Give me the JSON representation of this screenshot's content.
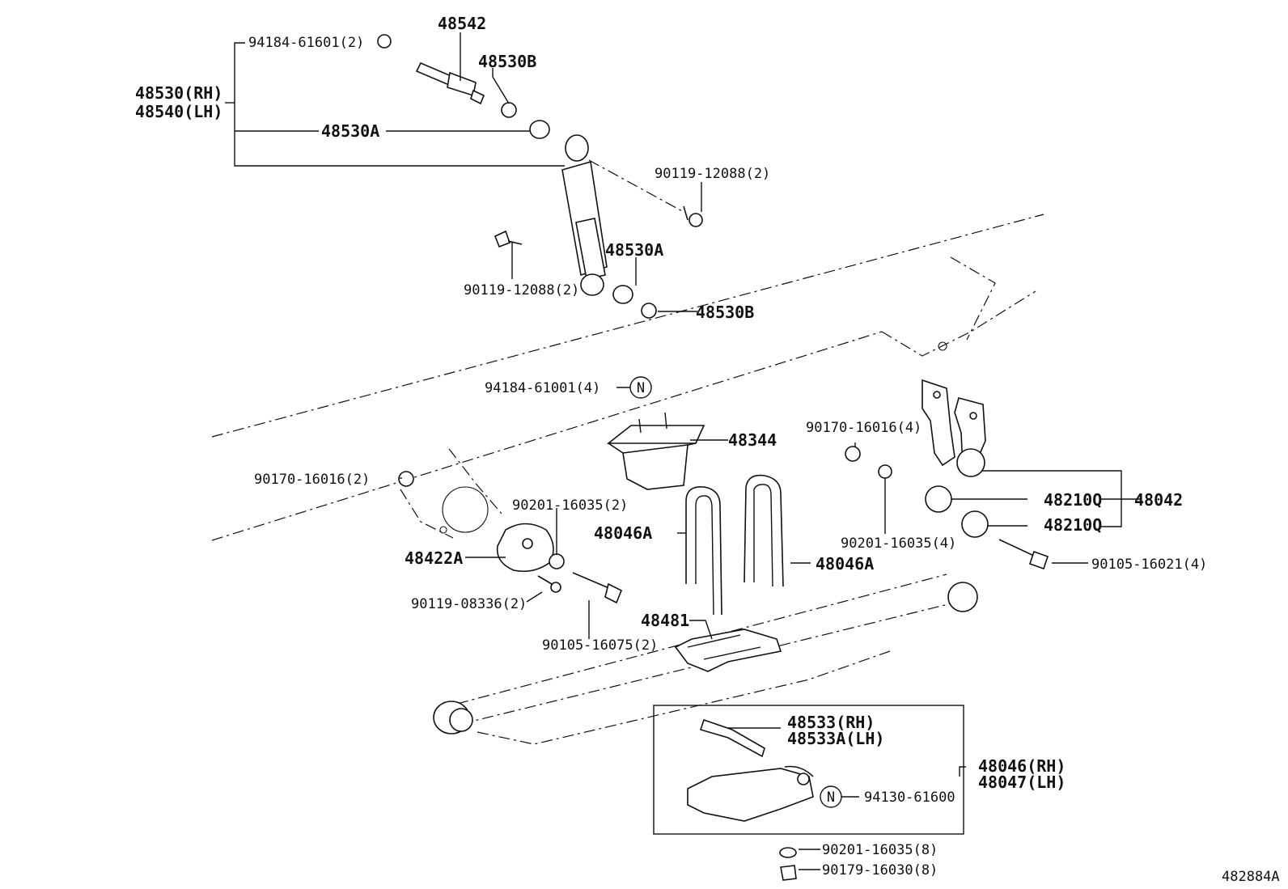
{
  "diagram": {
    "catalog_id": "482884A",
    "labels": {
      "p94184_61601": "94184-61601(2)",
      "p48542": "48542",
      "p48530B_top": "48530B",
      "p48530_rh": "48530(RH)",
      "p48540_lh": "48540(LH)",
      "p48530A_top": "48530A",
      "p90119_12088_right": "90119-12088(2)",
      "p48530A_mid": "48530A",
      "p90119_12088_left": "90119-12088(2)",
      "p48530B_mid": "48530B",
      "p94184_61001": "94184-61001(4)",
      "p48344": "48344",
      "p90170_16016_right": "90170-16016(4)",
      "p90170_16016_left": "90170-16016(2)",
      "p90201_16035_left": "90201-16035(2)",
      "p48210Q_1": "48210Q",
      "p48042": "48042",
      "p48210Q_2": "48210Q",
      "p48046A_left": "48046A",
      "p90201_16035_right": "90201-16035(4)",
      "p48422A": "48422A",
      "p48046A_right": "48046A",
      "p90105_16021": "90105-16021(4)",
      "p90119_08336": "90119-08336(2)",
      "p48481": "48481",
      "p90105_16075": "90105-16075(2)",
      "p48533_rh": "48533(RH)",
      "p48533A_lh": "48533A(LH)",
      "p48046_rh": "48046(RH)",
      "p48047_lh": "48047(LH)",
      "p94130_61600": "94130-61600",
      "p90201_16035_bottom": "90201-16035(8)",
      "p90179_16030": "90179-16030(8)"
    },
    "symbols": {
      "n_marker": "N"
    }
  }
}
